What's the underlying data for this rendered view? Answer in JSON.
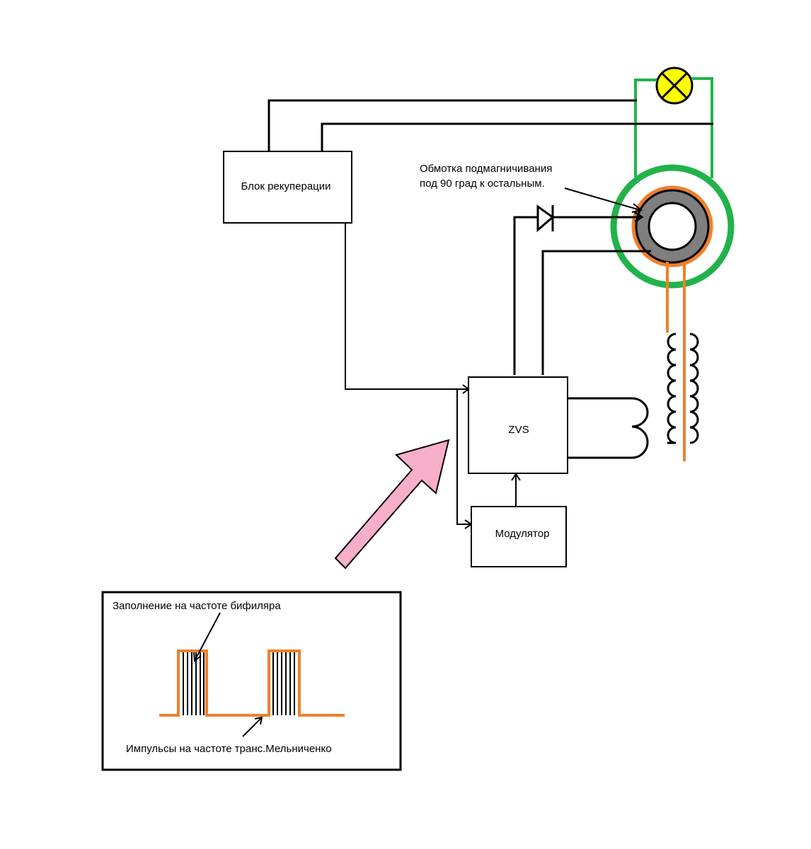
{
  "labels": {
    "recuperation_block": "Блок рекуперации",
    "zvs": "ZVS",
    "modulator": "Модулятор",
    "bias_winding_line1": "Обмотка подмагничивания",
    "bias_winding_line2": "под 90 град к остальным.",
    "fill_label": "Заполнение на частоте бифиляра",
    "pulses_label": "Импульсы на частоте транс.Мельниченко"
  },
  "colors": {
    "wire": "#000000",
    "toroid_green": "#22b24c",
    "winding_orange": "#f07f2c",
    "core_gray": "#7f7f7f",
    "lamp_yellow": "#ffff00",
    "arrow_pink": "#f7aec9"
  },
  "icons": [
    "lamp-icon",
    "diode-icon",
    "toroid-core-icon",
    "coil-icon",
    "pink-arrow-icon"
  ]
}
